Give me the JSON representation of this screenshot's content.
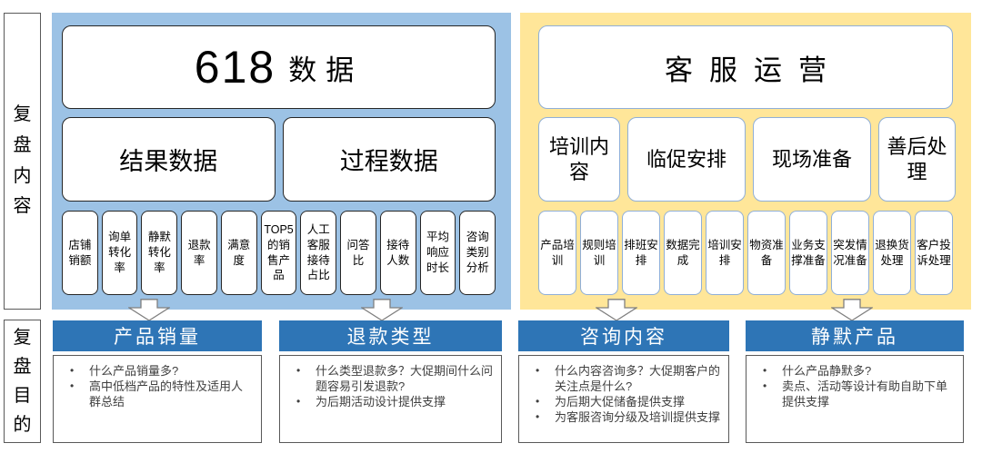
{
  "left_labels": {
    "content": "复盘内容",
    "purpose": "复盘目的"
  },
  "data_section": {
    "title_number": "618",
    "title_suffix": "数据",
    "groups": [
      "结果数据",
      "过程数据"
    ],
    "metrics": [
      "店铺销额",
      "询单转化率",
      "静默转化率",
      "退款率",
      "满意度",
      "TOP5的销售产品",
      "人工客服接待占比",
      "问答比",
      "接待人数",
      "平均响应时长",
      "咨询类别分析"
    ]
  },
  "service_section": {
    "title": "客服运营",
    "groups": [
      "培训内容",
      "临促安排",
      "现场准备",
      "善后处理"
    ],
    "metrics": [
      "产品培训",
      "规则培训",
      "排班安排",
      "数据完成",
      "培训安排",
      "物资准备",
      "业务支撑准备",
      "突发情况准备",
      "退换货处理",
      "客户投诉处理"
    ]
  },
  "goals": [
    {
      "title": "产品销量",
      "bullets": [
        "什么产品销量多?",
        "高中低档产品的特性及适用人群总结"
      ]
    },
    {
      "title": "退款类型",
      "bullets": [
        "什么类型退款多？大促期间什么问题容易引发退款?",
        "为后期活动设计提供支撑"
      ]
    },
    {
      "title": "咨询内容",
      "bullets": [
        "什么内容咨询多？大促期客户的关注点是什么?",
        "为后期大促储备提供支撑",
        "为客服咨询分级及培训提供支撑"
      ]
    },
    {
      "title": "静默产品",
      "bullets": [
        "什么产品静默多?",
        "卖点、活动等设计有助自助下单提供支撑"
      ]
    }
  ],
  "colors": {
    "data_section_bg": "#9CC2E5",
    "service_section_bg": "#FFE699",
    "goal_header_bg": "#2E75B6",
    "dark_box_border": "#262626",
    "light_box_border": "#8FAFD8",
    "goal_header_text": "#FFFFFF"
  }
}
